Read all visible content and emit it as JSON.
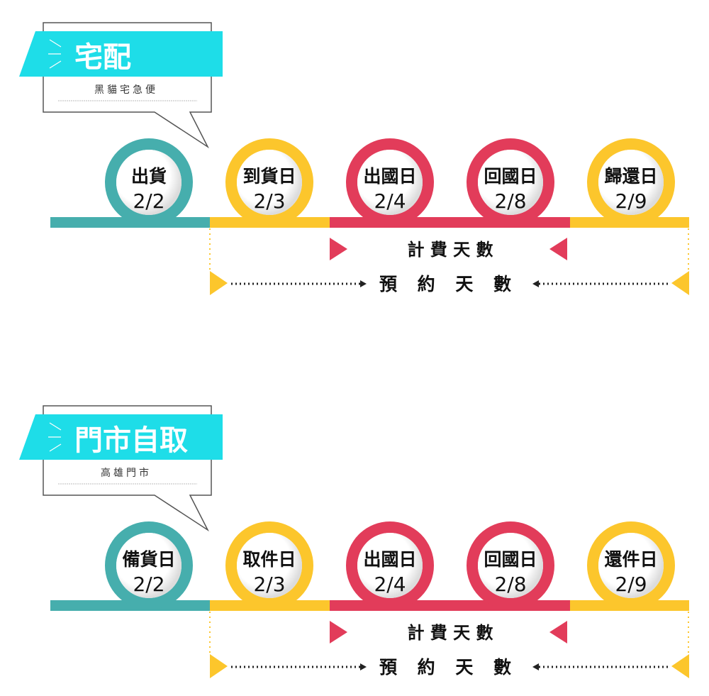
{
  "colors": {
    "teal": "#46aead",
    "yellow": "#fcc62c",
    "red": "#e23c5a",
    "cyan": "#1edde8"
  },
  "sections": [
    {
      "title": "宅配",
      "subtitle": "黑貓宅急便",
      "steps": [
        {
          "label": "出貨",
          "date": "2/2"
        },
        {
          "label": "到貨日",
          "date": "2/3"
        },
        {
          "label": "出國日",
          "date": "2/4"
        },
        {
          "label": "回國日",
          "date": "2/8"
        },
        {
          "label": "歸還日",
          "date": "2/9"
        }
      ],
      "billing_label": "計 費 天 數",
      "booking_label": "預 約 天 數"
    },
    {
      "title": "門市自取",
      "subtitle": "高雄門市",
      "steps": [
        {
          "label": "備貨日",
          "date": "2/2"
        },
        {
          "label": "取件日",
          "date": "2/3"
        },
        {
          "label": "出國日",
          "date": "2/4"
        },
        {
          "label": "回國日",
          "date": "2/8"
        },
        {
          "label": "還件日",
          "date": "2/9"
        }
      ],
      "billing_label": "計 費 天 數",
      "booking_label": "預 約 天 數"
    }
  ]
}
